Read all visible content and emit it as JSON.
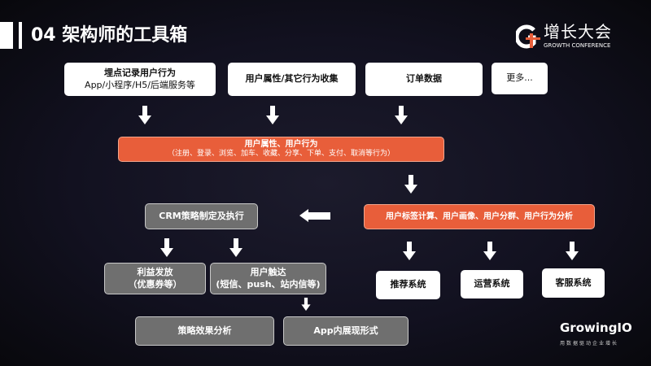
{
  "title": "04 架构师的工具箱",
  "logo": {
    "name": "增长大会",
    "subtitle": "GROWTH CONFERENCE",
    "mark": "G+"
  },
  "sources": [
    {
      "title": "埋点记录用户行为",
      "sub": "App/小程序/H5/后端服务等"
    },
    {
      "title": "用户属性/其它行为收集"
    },
    {
      "title": "订单数据"
    },
    {
      "title": "更多..."
    }
  ],
  "collect": {
    "title": "用户属性、用户行为",
    "sub": "（注册、登录、浏览、加车、收藏、分享、下单、支付、取消等行为）"
  },
  "analysis": "用户标签计算、用户画像、用户分群、用户行为分析",
  "crm": "CRM策略制定及执行",
  "benefit": {
    "title": "利益发放",
    "sub": "（优惠券等）"
  },
  "reach": {
    "title": "用户触达",
    "sub": "(短信、push、站内信等)"
  },
  "effect": "策略效果分析",
  "app_display": "App内展现形式",
  "systems": [
    "推荐系统",
    "运营系统",
    "客服系统"
  ],
  "brand": {
    "name": "GrowingIO",
    "slogan": "用数据驱动企业增长"
  }
}
